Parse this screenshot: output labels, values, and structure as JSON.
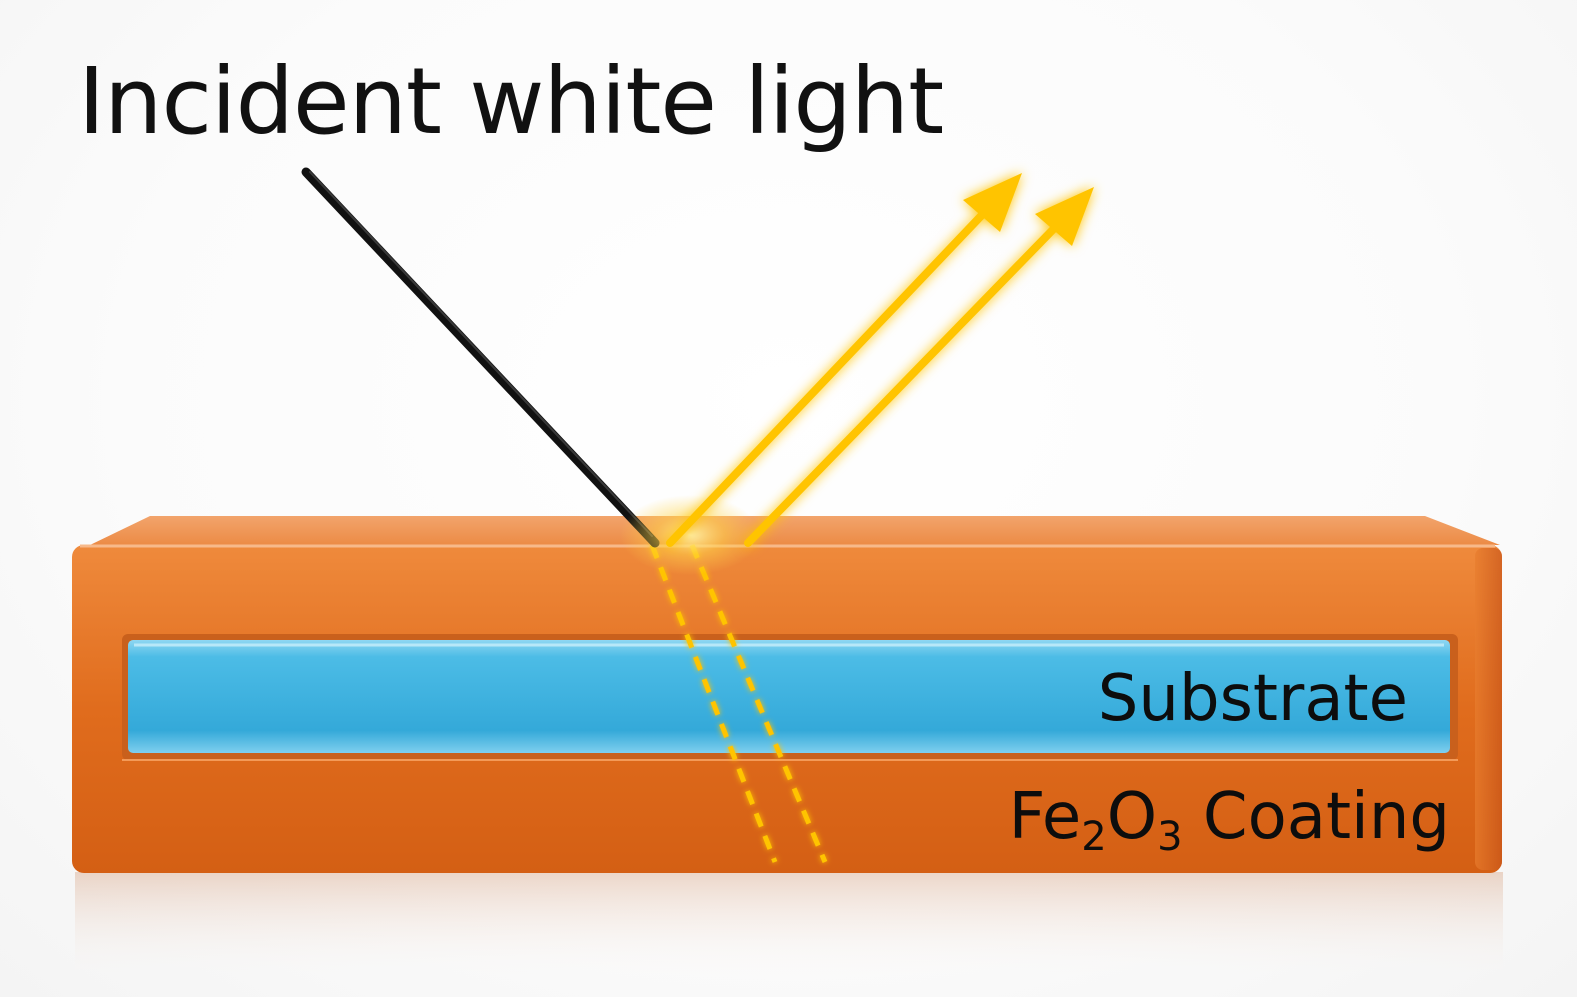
{
  "title": "Incident white light",
  "labels": {
    "substrate": "Substrate",
    "coating_prefix": "Fe",
    "coating_sub1": "2",
    "coating_mid": "O",
    "coating_sub2": "3",
    "coating_suffix": " Coating"
  },
  "colors": {
    "coating_orange": "#e0701f",
    "substrate_blue": "#3fb4e0",
    "reflected_ray": "#ffc400",
    "incident_ray": "#111111"
  }
}
